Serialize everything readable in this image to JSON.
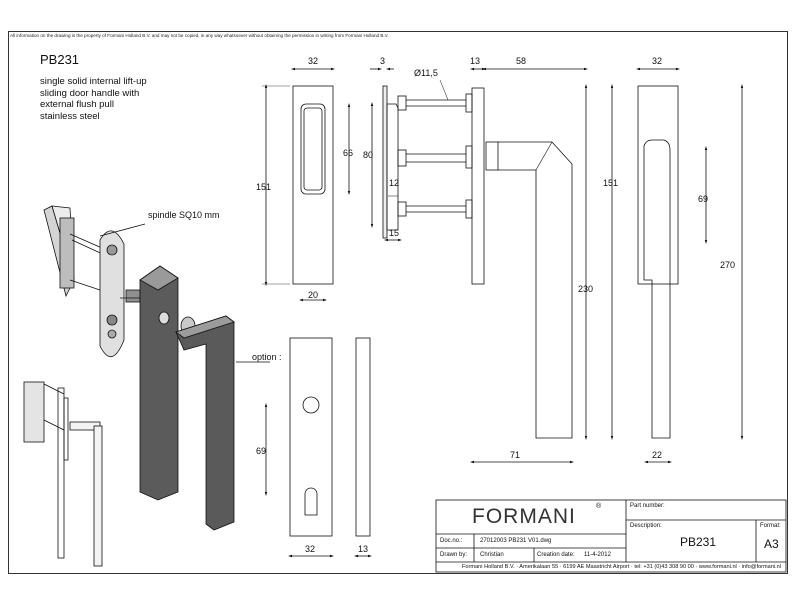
{
  "notice": "All information on the drawing is the property of Formani Holland B.V. and may not be copied, in any way whatsoever without obtaining the permission in writing from Formani Holland B.V.",
  "product": {
    "code": "PB231",
    "description": [
      "single solid internal lift-up",
      "sliding door handle with",
      "external flush pull",
      "stainless steel"
    ]
  },
  "labels": {
    "spindle": "spindle SQ10 mm",
    "option": "option :"
  },
  "dimensions": {
    "flush_width": "32",
    "flush_height": "151",
    "recess_height": "66",
    "bottom_width": "20",
    "side_3": "3",
    "side_80": "80",
    "side_12": "12",
    "side_15": "15",
    "bolt_dia": "Ø11,5",
    "rose_13": "13",
    "proj_58": "58",
    "len_230": "230",
    "len_71": "71",
    "rv_32": "32",
    "rv_151": "151",
    "rv_69": "69",
    "rv_270": "270",
    "rv_22": "22",
    "opt_69": "69",
    "opt_32": "32",
    "opt_13": "13"
  },
  "title_block": {
    "brand": "FORMANI",
    "part_number_label": "Part number:",
    "description_label": "Description:",
    "description_value": "PB231",
    "format_label": "Format:",
    "format_value": "A3",
    "doc_label": "Doc.no.:",
    "doc_value": "27012003 PB231 V01.dwg",
    "drawn_label": "Drawn by:",
    "drawn_value": "Christian",
    "creation_label": "Creation date:",
    "creation_value": "11-4-2012",
    "footer": "Formani Holland B.V. · Amerikalaan 55 · 6199 AE Maastricht Airport · tel: +31 (0)43 308 90 00 · www.formani.nl · info@formani.nl"
  }
}
